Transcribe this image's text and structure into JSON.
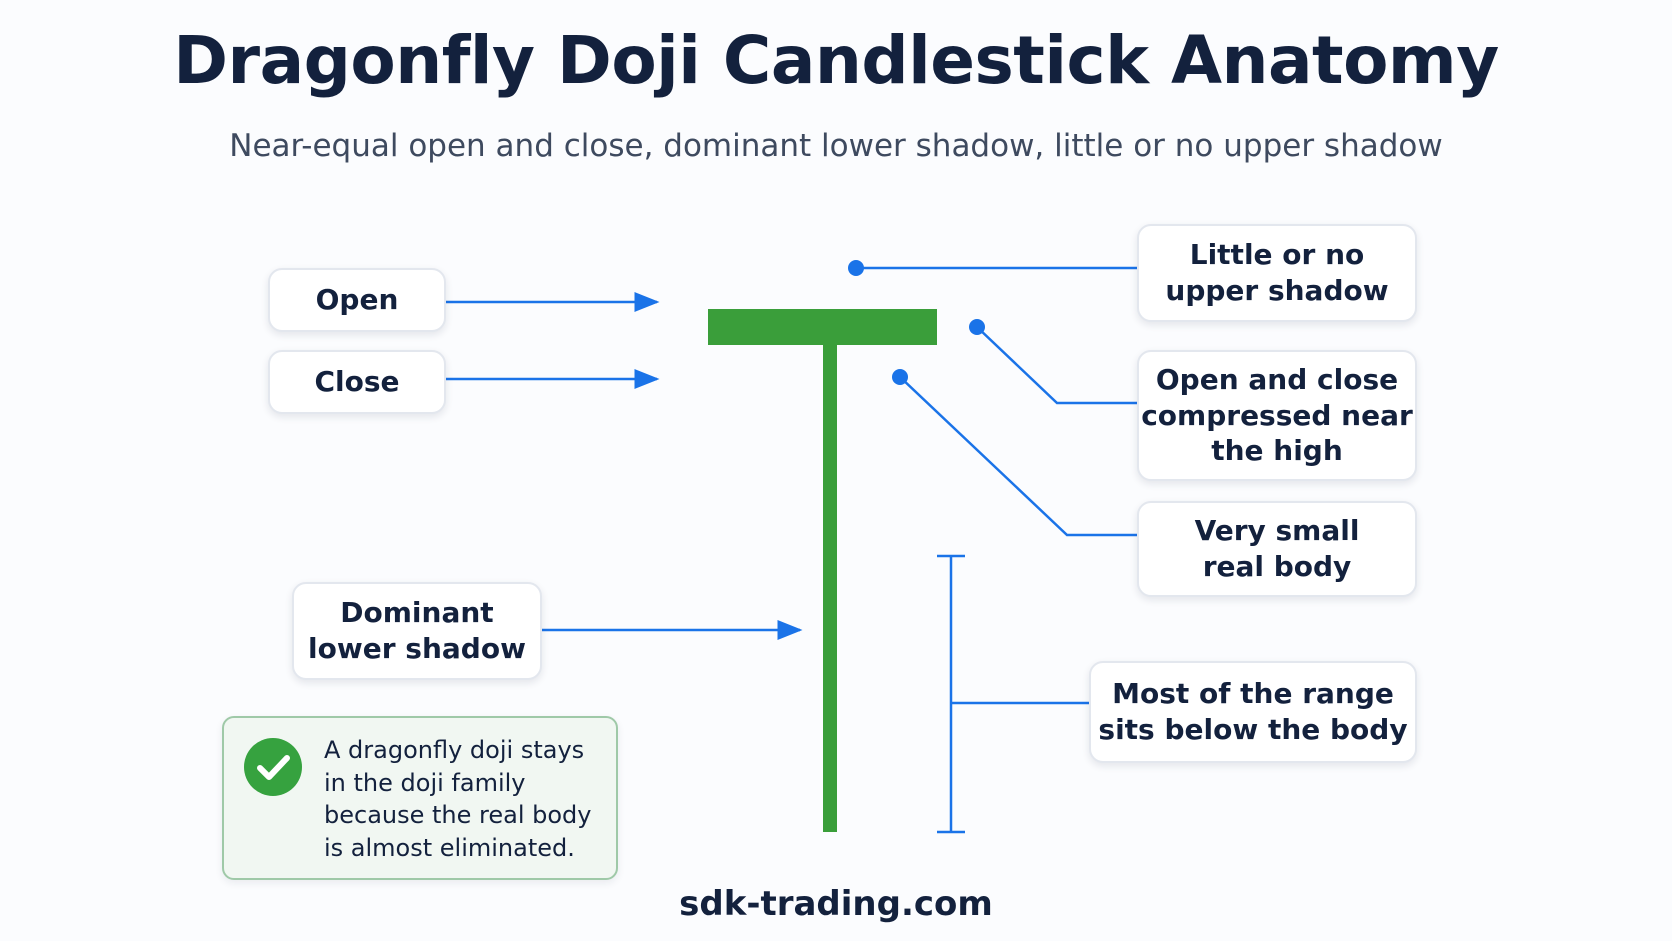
{
  "title": "Dragonfly Doji Candlestick Anatomy",
  "subtitle": "Near-equal open and close, dominant lower shadow, little or no upper shadow",
  "labels": {
    "open": "Open",
    "close": "Close",
    "lower_shadow": [
      "Dominant",
      "lower shadow"
    ],
    "upper_shadow": [
      "Little or no",
      "upper shadow"
    ],
    "compressed": [
      "Open and close",
      "compressed near",
      "the high"
    ],
    "small_body": [
      "Very small",
      "real body"
    ],
    "range": [
      "Most of the range",
      "sits below the body"
    ]
  },
  "note": {
    "icon": "check-circle-icon",
    "text": "A dragonfly doji stays in the doji family because the real body is almost eliminated."
  },
  "footer": "sdk-trading.com",
  "colors": {
    "candle": "#3a9e3a",
    "leader": "#1a73e8",
    "title": "#13213d",
    "note_border": "#9fc9a8",
    "check": "#36a23f"
  }
}
